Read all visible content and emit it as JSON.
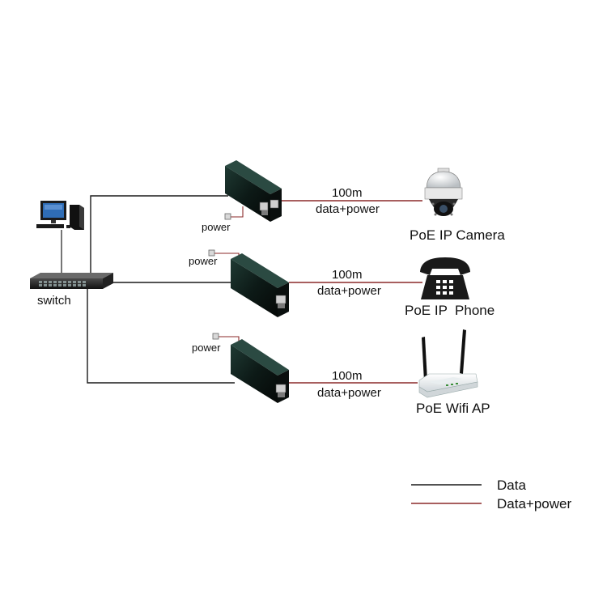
{
  "switch": {
    "label": "switch"
  },
  "injectors": [
    {
      "power_label": "power",
      "cable_length": "100m",
      "cable_type": "data+power",
      "device_label": "PoE IP Camera"
    },
    {
      "power_label": "power",
      "cable_length": "100m",
      "cable_type": "data+power",
      "device_label": "PoE IP  Phone"
    },
    {
      "power_label": "power",
      "cable_length": "100m",
      "cable_type": "data+power",
      "device_label": "PoE Wifi AP"
    }
  ],
  "legend": {
    "data_label": "Data",
    "data_power_label": "Data+power",
    "data_color": "#1a1a1a",
    "data_power_color": "#8b2a2a"
  },
  "icons": [
    "computer-icon",
    "switch-icon",
    "poe-injector-icon",
    "ip-camera-icon",
    "ip-phone-icon",
    "wifi-ap-icon",
    "power-plug-icon"
  ]
}
